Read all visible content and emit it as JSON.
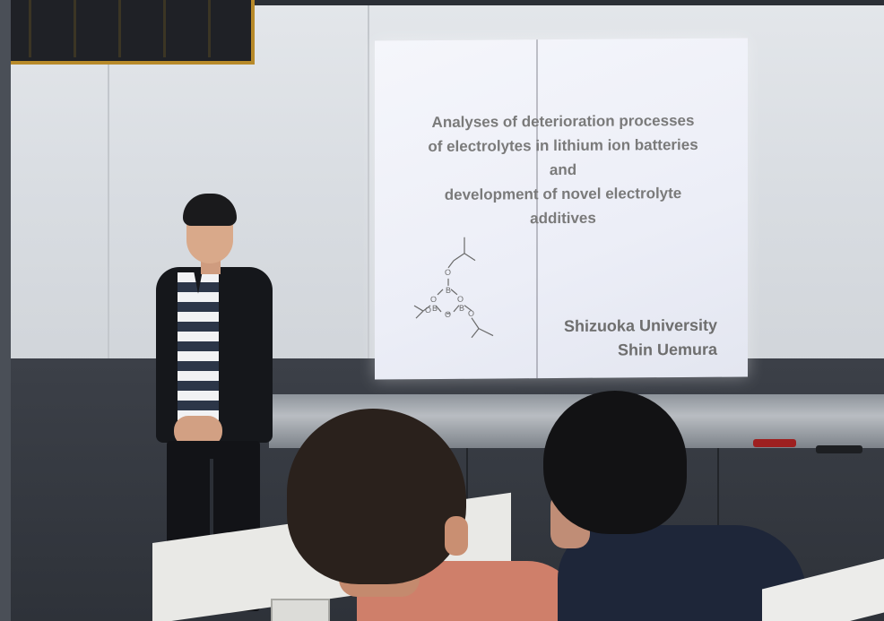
{
  "slide": {
    "title_lines": [
      "Analyses of deterioration processes",
      "of electrolytes in lithium ion batteries",
      "and",
      "development of novel electrolyte",
      "additives"
    ],
    "affiliation": "Shizuoka University",
    "author": "Shin Uemura",
    "molecule_atoms": {
      "boron": "B",
      "oxygen": "O"
    }
  },
  "colors": {
    "slide_text": "#7a7a7a",
    "wall": "#d9dde2",
    "accent_frame": "#b88a2a"
  }
}
